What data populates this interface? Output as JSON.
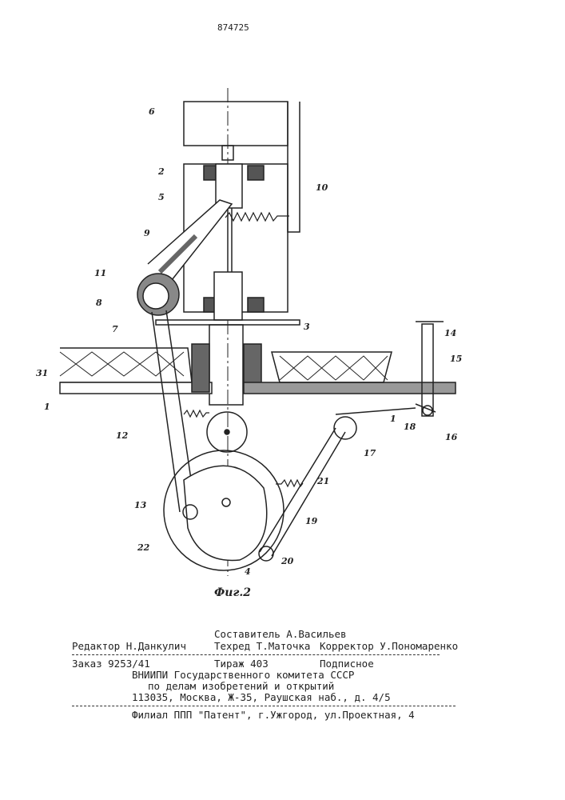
{
  "patent_number": "874725",
  "figure_caption": "Фиг.2",
  "labels": [
    "6",
    "2",
    "5",
    "10",
    "9",
    "11",
    "8",
    "7",
    "3",
    "14",
    "15",
    "31",
    "1",
    "12",
    "17",
    "1",
    "18",
    "16",
    "21",
    "13",
    "19",
    "22",
    "20",
    "4"
  ],
  "imprint": {
    "composer": "Составитель А.Васильев",
    "editor": "Редактор Н.Данкулич",
    "techred": "Техред Т.Маточка",
    "corrector": "Корректор У.Пономаренко",
    "order": "Заказ 9253/41",
    "circulation": "Тираж 403",
    "subscription": "Подписное",
    "org1": "ВНИИПИ Государственного комитета СССР",
    "org2": "по делам изобретений и открытий",
    "address": "113035, Москва, Ж-35, Раушская наб., д. 4/5",
    "branch": "Филиал ППП \"Патент\", г.Ужгород, ул.Проектная, 4"
  }
}
